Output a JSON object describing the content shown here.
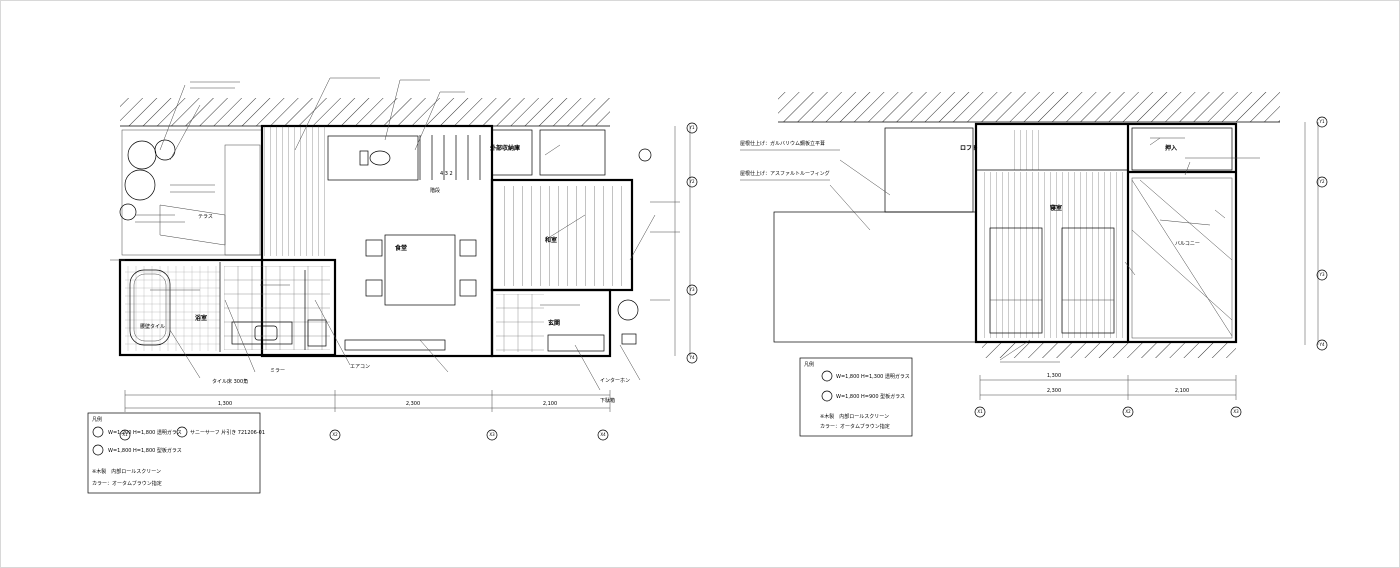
{
  "left_plan": {
    "labels": {
      "bath": "浴室",
      "dining": "食堂",
      "storage": "外部収納庫",
      "tatami": "和室",
      "entrance": "玄関",
      "tile": "タイル床 300角",
      "wall_tile": "腰壁タイル",
      "mirror": "ミラー",
      "aircon": "エアコン",
      "stair": "階段",
      "step_count": "4 3 2",
      "terrace": "テラス",
      "intercom": "インターホン",
      "shoebox": "下駄箱"
    },
    "legend": {
      "title": "凡例",
      "row1": "W=1,200 H=1,800 透明ガラス",
      "row2": "W=1,800 H=1,800 型板ガラス",
      "note1": "※木製　内部ロールスクリーン",
      "note2": "カラー：オータムブラウン指定",
      "spec": "サニーサーフ 片引き 721206-01"
    },
    "dims": [
      "1,300",
      "2,300",
      "2,100"
    ],
    "grid": [
      "X1",
      "X2",
      "X3",
      "X4",
      "Y1",
      "Y2",
      "Y3",
      "Y4"
    ]
  },
  "right_plan": {
    "labels": {
      "loft": "ロフト",
      "bed": "寝室",
      "closet": "押入",
      "balcony": "バルコニー",
      "roof1": "屋根仕上げ：ガルバリウム鋼板立平葺",
      "roof2": "屋根仕上げ：アスファルトルーフィング"
    },
    "legend": {
      "title": "凡例",
      "row1": "W=1,800 H=1,300 透明ガラス",
      "row2": "W=1,800 H=900 型板ガラス",
      "note1": "※木製　内部ロールスクリーン",
      "note2": "カラー：オータムブラウン指定"
    },
    "dims": [
      "1,300",
      "2,300",
      "2,100"
    ],
    "grid": [
      "X1",
      "X2",
      "X3",
      "Y1",
      "Y2",
      "Y3",
      "Y4"
    ]
  }
}
